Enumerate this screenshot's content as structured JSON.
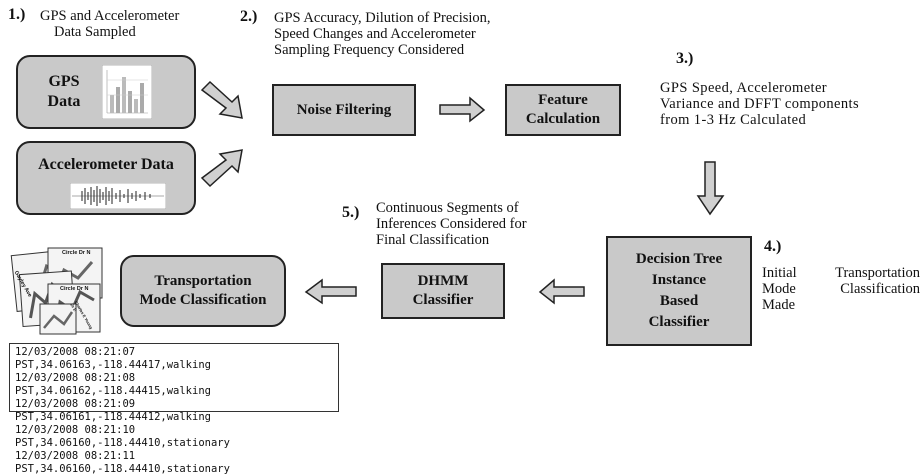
{
  "steps": {
    "s1": {
      "num": "1.)",
      "lines": [
        "GPS and Accelerometer",
        "Data Sampled"
      ]
    },
    "s2": {
      "num": "2.)",
      "lines": [
        "GPS Accuracy, Dilution of Precision,",
        "Speed Changes and Accelerometer",
        "Sampling Frequency Considered"
      ]
    },
    "s3": {
      "num": "3.)",
      "lines": [
        "GPS Speed, Accelerometer",
        "Variance and DFFT components",
        "from 1-3 Hz Calculated"
      ]
    },
    "s4": {
      "num": "4.)",
      "lines": [
        "Initial Transportation",
        "Mode Classification",
        "Made"
      ]
    },
    "s5": {
      "num": "5.)",
      "lines": [
        "Continuous Segments of",
        "Inferences Considered for",
        "Final Classification"
      ]
    }
  },
  "boxes": {
    "gps": [
      "GPS",
      "Data"
    ],
    "accel": "Accelerometer Data",
    "noise": "Noise Filtering",
    "feature": [
      "Feature",
      "Calculation"
    ],
    "tree": [
      "Decision Tree",
      "Instance",
      "Based",
      "Classifier"
    ],
    "dhmm": [
      "DHMM",
      "Classifier"
    ],
    "mode": [
      "Transportation",
      "Mode Classification"
    ]
  },
  "map_labels": [
    "Circle Dr N",
    "Gayley Ave",
    "Circle Dr N",
    "Charles E Young Dr E"
  ],
  "data_log": [
    "12/03/2008 08:21:07 PST,34.06163,-118.44417,walking",
    "12/03/2008 08:21:08 PST,34.06162,-118.44415,walking",
    "12/03/2008 08:21:09 PST,34.06161,-118.44412,walking",
    "12/03/2008 08:21:10 PST,34.06160,-118.44410,stationary",
    "12/03/2008 08:21:11 PST,34.06160,-118.44410,stationary"
  ],
  "colors": {
    "box_fill": "#c9c9c9",
    "border": "#222222",
    "arrow_fill": "#d0d0d0",
    "log_border": "#333333"
  }
}
